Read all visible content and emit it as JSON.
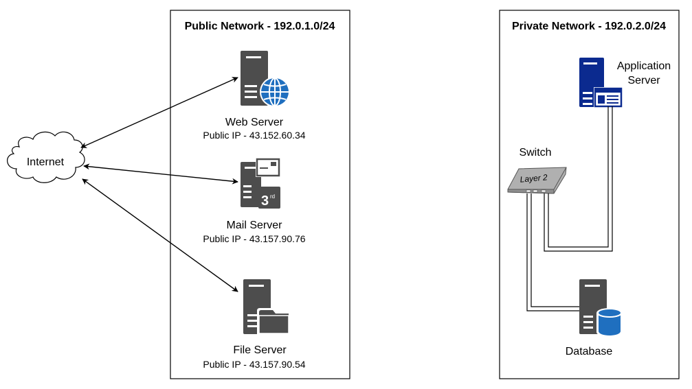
{
  "public_network": {
    "title": "Public Network - 192.0.1.0/24"
  },
  "private_network": {
    "title": "Private Network - 192.0.2.0/24"
  },
  "internet": {
    "label": "Internet"
  },
  "servers": {
    "web": {
      "name": "Web Server",
      "ip": "Public IP - 43.152.60.34",
      "icon": "web-server-icon"
    },
    "mail": {
      "name": "Mail Server",
      "ip": "Public IP - 43.157.90.76",
      "icon": "mail-server-icon",
      "badge": "3",
      "badge_sup": "rd"
    },
    "file": {
      "name": "File Server",
      "ip": "Public IP - 43.157.90.54",
      "icon": "file-server-icon"
    },
    "app": {
      "name_line1": "Application",
      "name_line2": "Server",
      "icon": "application-server-icon"
    },
    "db": {
      "name": "Database",
      "icon": "database-server-icon"
    }
  },
  "switch": {
    "label": "Switch",
    "face_label": "Layer 2",
    "icon": "layer2-switch-icon"
  },
  "colors": {
    "server_gray": "#4d4d4d",
    "app_blue": "#0b2a8f",
    "accent_blue": "#1f6fbf",
    "switch_gray": "#b0b0b0"
  }
}
